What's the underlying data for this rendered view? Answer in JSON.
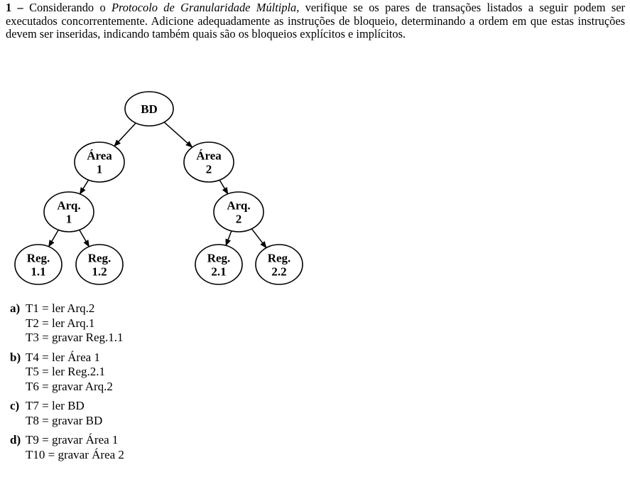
{
  "question": {
    "number": "1 –",
    "text_before": "Considerando o",
    "protocol_name": "Protocolo de Granularidade Múltipla",
    "text_after": ", verifique se os pares de transações listados a seguir podem ser executados concorrentemente. Adicione adequadamente as instruções de bloqueio, determinando a ordem em que estas instruções devem ser inseridas, indicando também quais são os bloqueios explícitos e implícitos."
  },
  "tree": {
    "nodes": [
      {
        "id": "bd",
        "lines": [
          "BD"
        ]
      },
      {
        "id": "area1",
        "lines": [
          "Área",
          "1"
        ]
      },
      {
        "id": "area2",
        "lines": [
          "Área",
          "2"
        ]
      },
      {
        "id": "arq1",
        "lines": [
          "Arq.",
          "1"
        ]
      },
      {
        "id": "arq2",
        "lines": [
          "Arq.",
          "2"
        ]
      },
      {
        "id": "reg11",
        "lines": [
          "Reg.",
          "1.1"
        ]
      },
      {
        "id": "reg12",
        "lines": [
          "Reg.",
          "1.2"
        ]
      },
      {
        "id": "reg21",
        "lines": [
          "Reg.",
          "2.1"
        ]
      },
      {
        "id": "reg22",
        "lines": [
          "Reg.",
          "2.2"
        ]
      }
    ],
    "edges": [
      [
        "bd",
        "area1"
      ],
      [
        "bd",
        "area2"
      ],
      [
        "area1",
        "arq1"
      ],
      [
        "area2",
        "arq2"
      ],
      [
        "arq1",
        "reg11"
      ],
      [
        "arq1",
        "reg12"
      ],
      [
        "arq2",
        "reg21"
      ],
      [
        "arq2",
        "reg22"
      ]
    ]
  },
  "items": [
    {
      "letter": "a)",
      "lines": [
        "T1 = ler Arq.2",
        "T2 = ler Arq.1",
        "T3 = gravar Reg.1.1"
      ]
    },
    {
      "letter": "b)",
      "lines": [
        "T4 = ler Área 1",
        "T5 = ler Reg.2.1",
        "T6 = gravar Arq.2"
      ]
    },
    {
      "letter": "c)",
      "lines": [
        "T7 = ler BD",
        "T8 = gravar BD"
      ]
    },
    {
      "letter": "d)",
      "lines": [
        "T9 = gravar Área 1",
        "T10 = gravar Área 2"
      ]
    }
  ]
}
